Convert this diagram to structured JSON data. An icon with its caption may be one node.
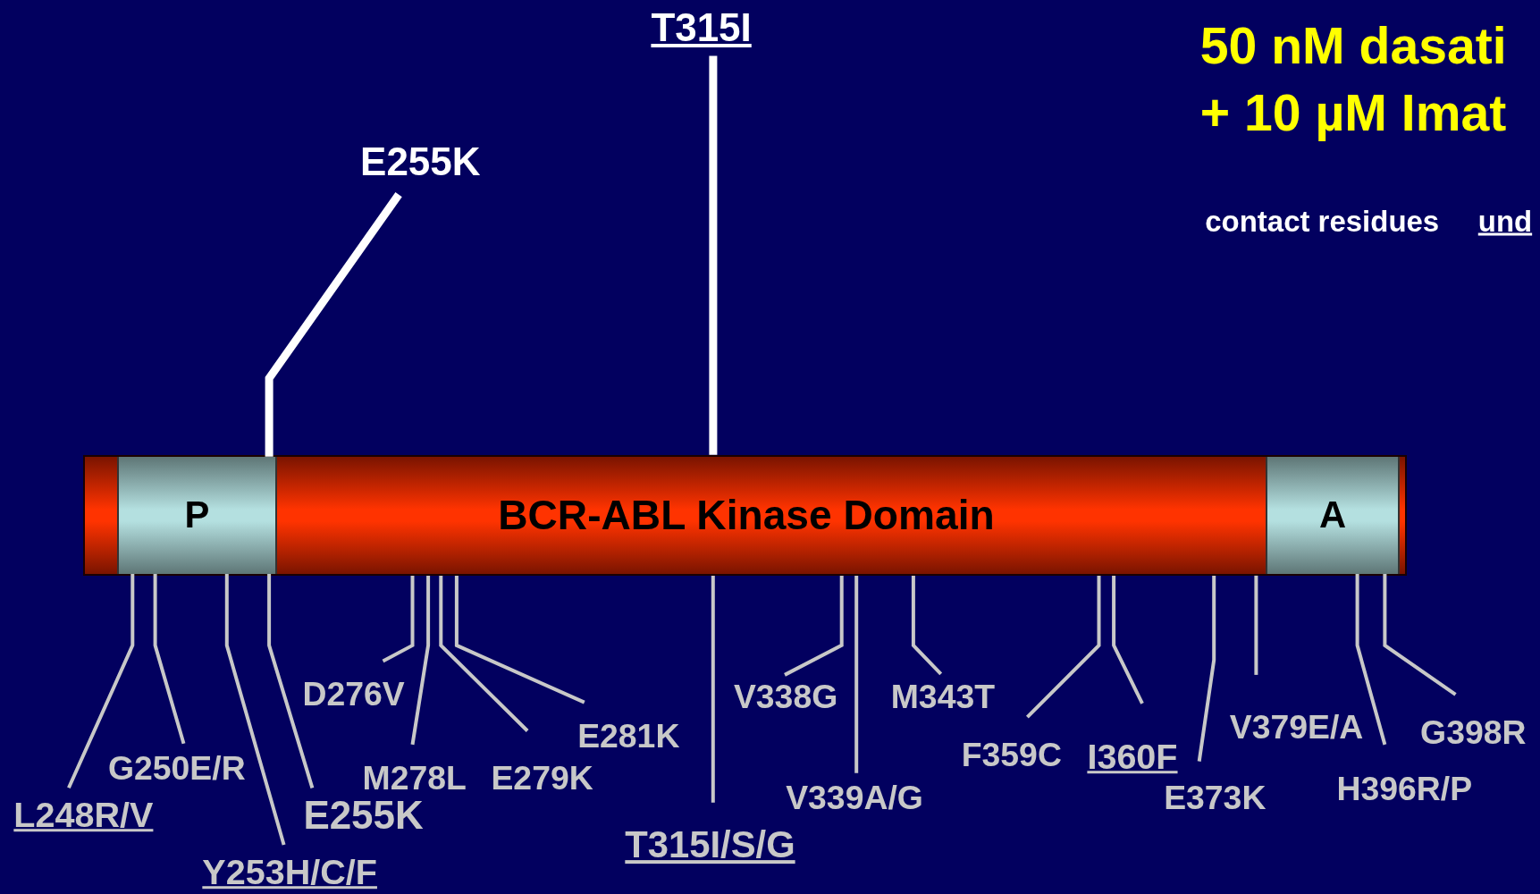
{
  "diagram": {
    "nodes": [
      {
        "text": [
          "BCR-ABL Kinase Domain"
        ]
      },
      {
        "text": [
          "P"
        ],
        "in": 0
      },
      {
        "text": [
          "A"
        ],
        "in": 0
      },
      {
        "text": [
          "E255K"
        ]
      },
      {
        "text": [
          "T315I"
        ]
      },
      {
        "text": [
          "L248R/V"
        ]
      },
      {
        "text": [
          "G250E/R"
        ]
      },
      {
        "text": [
          "Y253H/C/F"
        ]
      },
      {
        "text": [
          "E255K"
        ]
      },
      {
        "text": [
          "D276V"
        ]
      },
      {
        "text": [
          "M278L"
        ]
      },
      {
        "text": [
          "E279K"
        ]
      },
      {
        "text": [
          "E281K"
        ]
      },
      {
        "text": [
          "T315I/S/G"
        ]
      },
      {
        "text": [
          "V338G"
        ]
      },
      {
        "text": [
          "V339A/G"
        ]
      },
      {
        "text": [
          "M343T"
        ]
      },
      {
        "text": [
          "F359C"
        ]
      },
      {
        "text": [
          "I360F"
        ]
      },
      {
        "text": [
          "E373K"
        ]
      },
      {
        "text": [
          "V379E/A"
        ]
      },
      {
        "text": [
          "H396R/P"
        ]
      },
      {
        "text": [
          "G398R"
        ]
      }
    ],
    "edges": [
      {
        "from": 3,
        "to": 1,
        "arrow": "none",
        "style": "thick",
        "color": "#ffffff"
      },
      {
        "from": 4,
        "to": 0,
        "arrow": "none",
        "style": "thick",
        "color": "#ffffff"
      },
      {
        "from": 5,
        "to": 1,
        "arrow": "none"
      },
      {
        "from": 6,
        "to": 1,
        "arrow": "none"
      },
      {
        "from": 7,
        "to": 1,
        "arrow": "none"
      },
      {
        "from": 8,
        "to": 1,
        "arrow": "none"
      },
      {
        "from": 9,
        "to": 0,
        "arrow": "none"
      },
      {
        "from": 10,
        "to": 0,
        "arrow": "none"
      },
      {
        "from": 11,
        "to": 0,
        "arrow": "none"
      },
      {
        "from": 12,
        "to": 0,
        "arrow": "none"
      },
      {
        "from": 13,
        "to": 0,
        "arrow": "none"
      },
      {
        "from": 14,
        "to": 0,
        "arrow": "none"
      },
      {
        "from": 15,
        "to": 0,
        "arrow": "none"
      },
      {
        "from": 16,
        "to": 0,
        "arrow": "none"
      },
      {
        "from": 17,
        "to": 0,
        "arrow": "none"
      },
      {
        "from": 18,
        "to": 0,
        "arrow": "none"
      },
      {
        "from": 19,
        "to": 0,
        "arrow": "none"
      },
      {
        "from": 20,
        "to": 0,
        "arrow": "none"
      },
      {
        "from": 21,
        "to": 2,
        "arrow": "none"
      },
      {
        "from": 22,
        "to": 2,
        "arrow": "none"
      }
    ],
    "labels": [
      "50 nM dasati",
      "+ 10 µM Imat",
      "contact residues",
      "und"
    ]
  }
}
